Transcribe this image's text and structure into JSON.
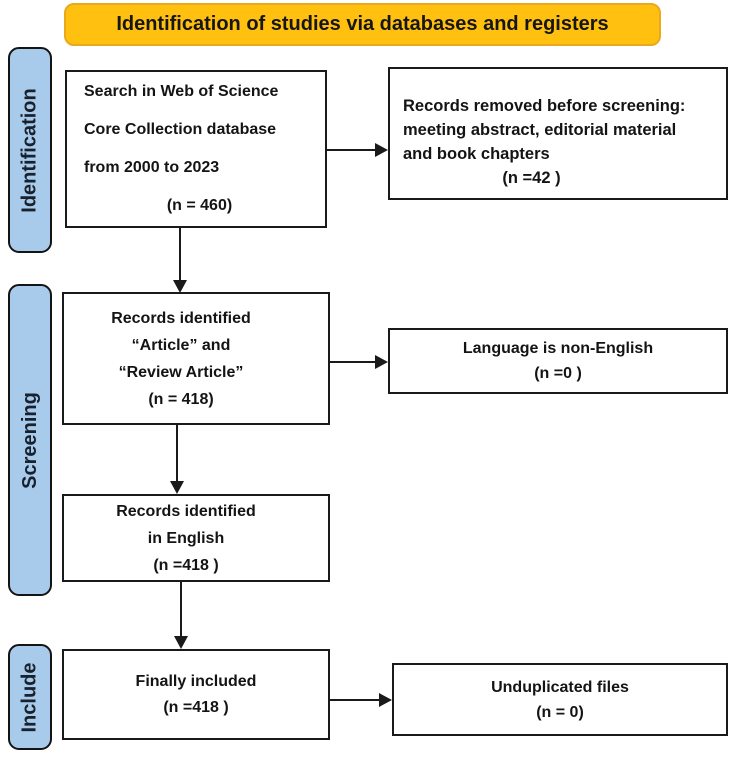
{
  "title": "Identification of studies via databases and registers",
  "colors": {
    "banner_fill": "#FFC010",
    "banner_border": "#E9A91C",
    "stage_fill": "#A9CBEB",
    "box_border": "#1A1A1A",
    "background": "#FFFFFF"
  },
  "stages": {
    "identification": "Identification",
    "screening": "Screening",
    "include": "Include"
  },
  "boxes": {
    "search_db": {
      "line1": "Search in Web of Science",
      "line2": "Core Collection database",
      "line3": "from 2000 to 2023",
      "count": "(n = 460)"
    },
    "records_removed": {
      "line1": "Records removed before screening:",
      "line2": "meeting abstract, editorial material",
      "line3": "and book chapters",
      "count": "(n =42 )"
    },
    "records_identified": {
      "line1": "Records identified",
      "line2": "“Article” and",
      "line3": "“Review Article”",
      "count": "(n = 418)"
    },
    "non_english": {
      "line1": "Language is non-English",
      "count": "(n =0 )"
    },
    "records_english": {
      "line1": "Records identified",
      "line2": "in English",
      "count": "(n =418 )"
    },
    "finally_included": {
      "line1": "Finally included",
      "count": "(n =418 )"
    },
    "unduplicated": {
      "line1": "Unduplicated files",
      "count": "(n = 0)"
    }
  }
}
